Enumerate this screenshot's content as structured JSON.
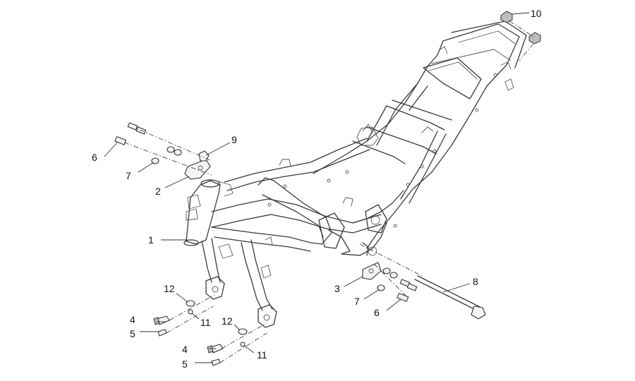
{
  "callouts": [
    {
      "id": "c1",
      "label": "1"
    },
    {
      "id": "c2",
      "label": "2"
    },
    {
      "id": "c3",
      "label": "3"
    },
    {
      "id": "c4a",
      "label": "4"
    },
    {
      "id": "c4b",
      "label": "4"
    },
    {
      "id": "c5a",
      "label": "5"
    },
    {
      "id": "c5b",
      "label": "5"
    },
    {
      "id": "c6a",
      "label": "6"
    },
    {
      "id": "c6b",
      "label": "6"
    },
    {
      "id": "c7a",
      "label": "7"
    },
    {
      "id": "c7b",
      "label": "7"
    },
    {
      "id": "c8",
      "label": "8"
    },
    {
      "id": "c9",
      "label": "9"
    },
    {
      "id": "c10",
      "label": "10"
    },
    {
      "id": "c11a",
      "label": "11"
    },
    {
      "id": "c11b",
      "label": "11"
    },
    {
      "id": "c12a",
      "label": "12"
    },
    {
      "id": "c12b",
      "label": "12"
    }
  ]
}
